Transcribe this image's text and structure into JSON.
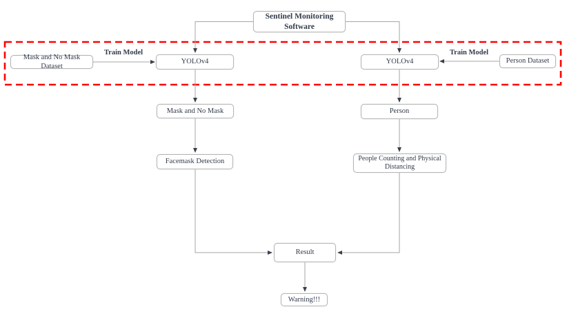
{
  "diagram": {
    "title": "Sentinel Monitoring Software",
    "nodes": {
      "mask_dataset": "Mask and No Mask Dataset",
      "yolo_left": "YOLOv4",
      "yolo_right": "YOLOv4",
      "person_dataset": "Person Dataset",
      "mask_no_mask": "Mask and No Mask",
      "person": "Person",
      "facemask_detection": "Facemask Detection",
      "people_counting": "People Counting and Physical Distancing",
      "result": "Result",
      "warning": "Warning!!!"
    },
    "edge_labels": {
      "train_model_left": "Train Model",
      "train_model_right": "Train Model"
    },
    "colors": {
      "highlight_dashed_border": "#ff0000",
      "box_border": "#b5b5b5",
      "connector_line": "#a6a6a6",
      "arrowhead": "#3a4149",
      "text": "#333b4a",
      "background": "#ffffff"
    }
  }
}
